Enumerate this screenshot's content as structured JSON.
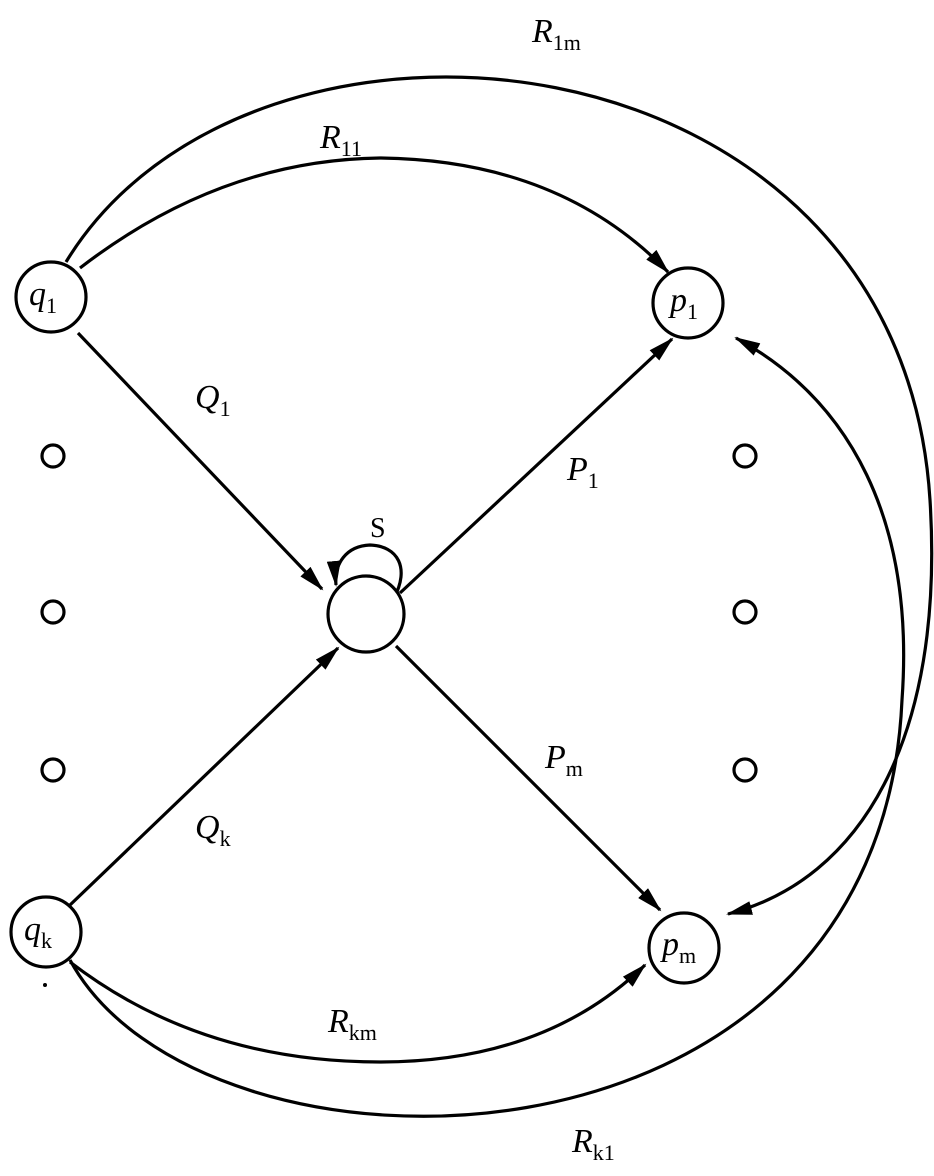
{
  "colors": {
    "stroke": "#000000",
    "background": "#ffffff"
  },
  "nodes": {
    "q1": {
      "letter": "q",
      "sub": "1"
    },
    "qk": {
      "letter": "q",
      "sub": "k"
    },
    "p1": {
      "letter": "p",
      "sub": "1"
    },
    "pm": {
      "letter": "p",
      "sub": "m"
    },
    "s": {
      "label": "S"
    }
  },
  "edges": {
    "Q1": {
      "letter": "Q",
      "sub": "1"
    },
    "Qk": {
      "letter": "Q",
      "sub": "k"
    },
    "P1": {
      "letter": "P",
      "sub": "1"
    },
    "Pm": {
      "letter": "P",
      "sub": "m"
    },
    "R11": {
      "letter": "R",
      "sub": "11"
    },
    "R1m": {
      "letter": "R",
      "sub": "1m"
    },
    "Rkm": {
      "letter": "R",
      "sub": "km"
    },
    "Rk1": {
      "letter": "R",
      "sub": "k1"
    }
  }
}
